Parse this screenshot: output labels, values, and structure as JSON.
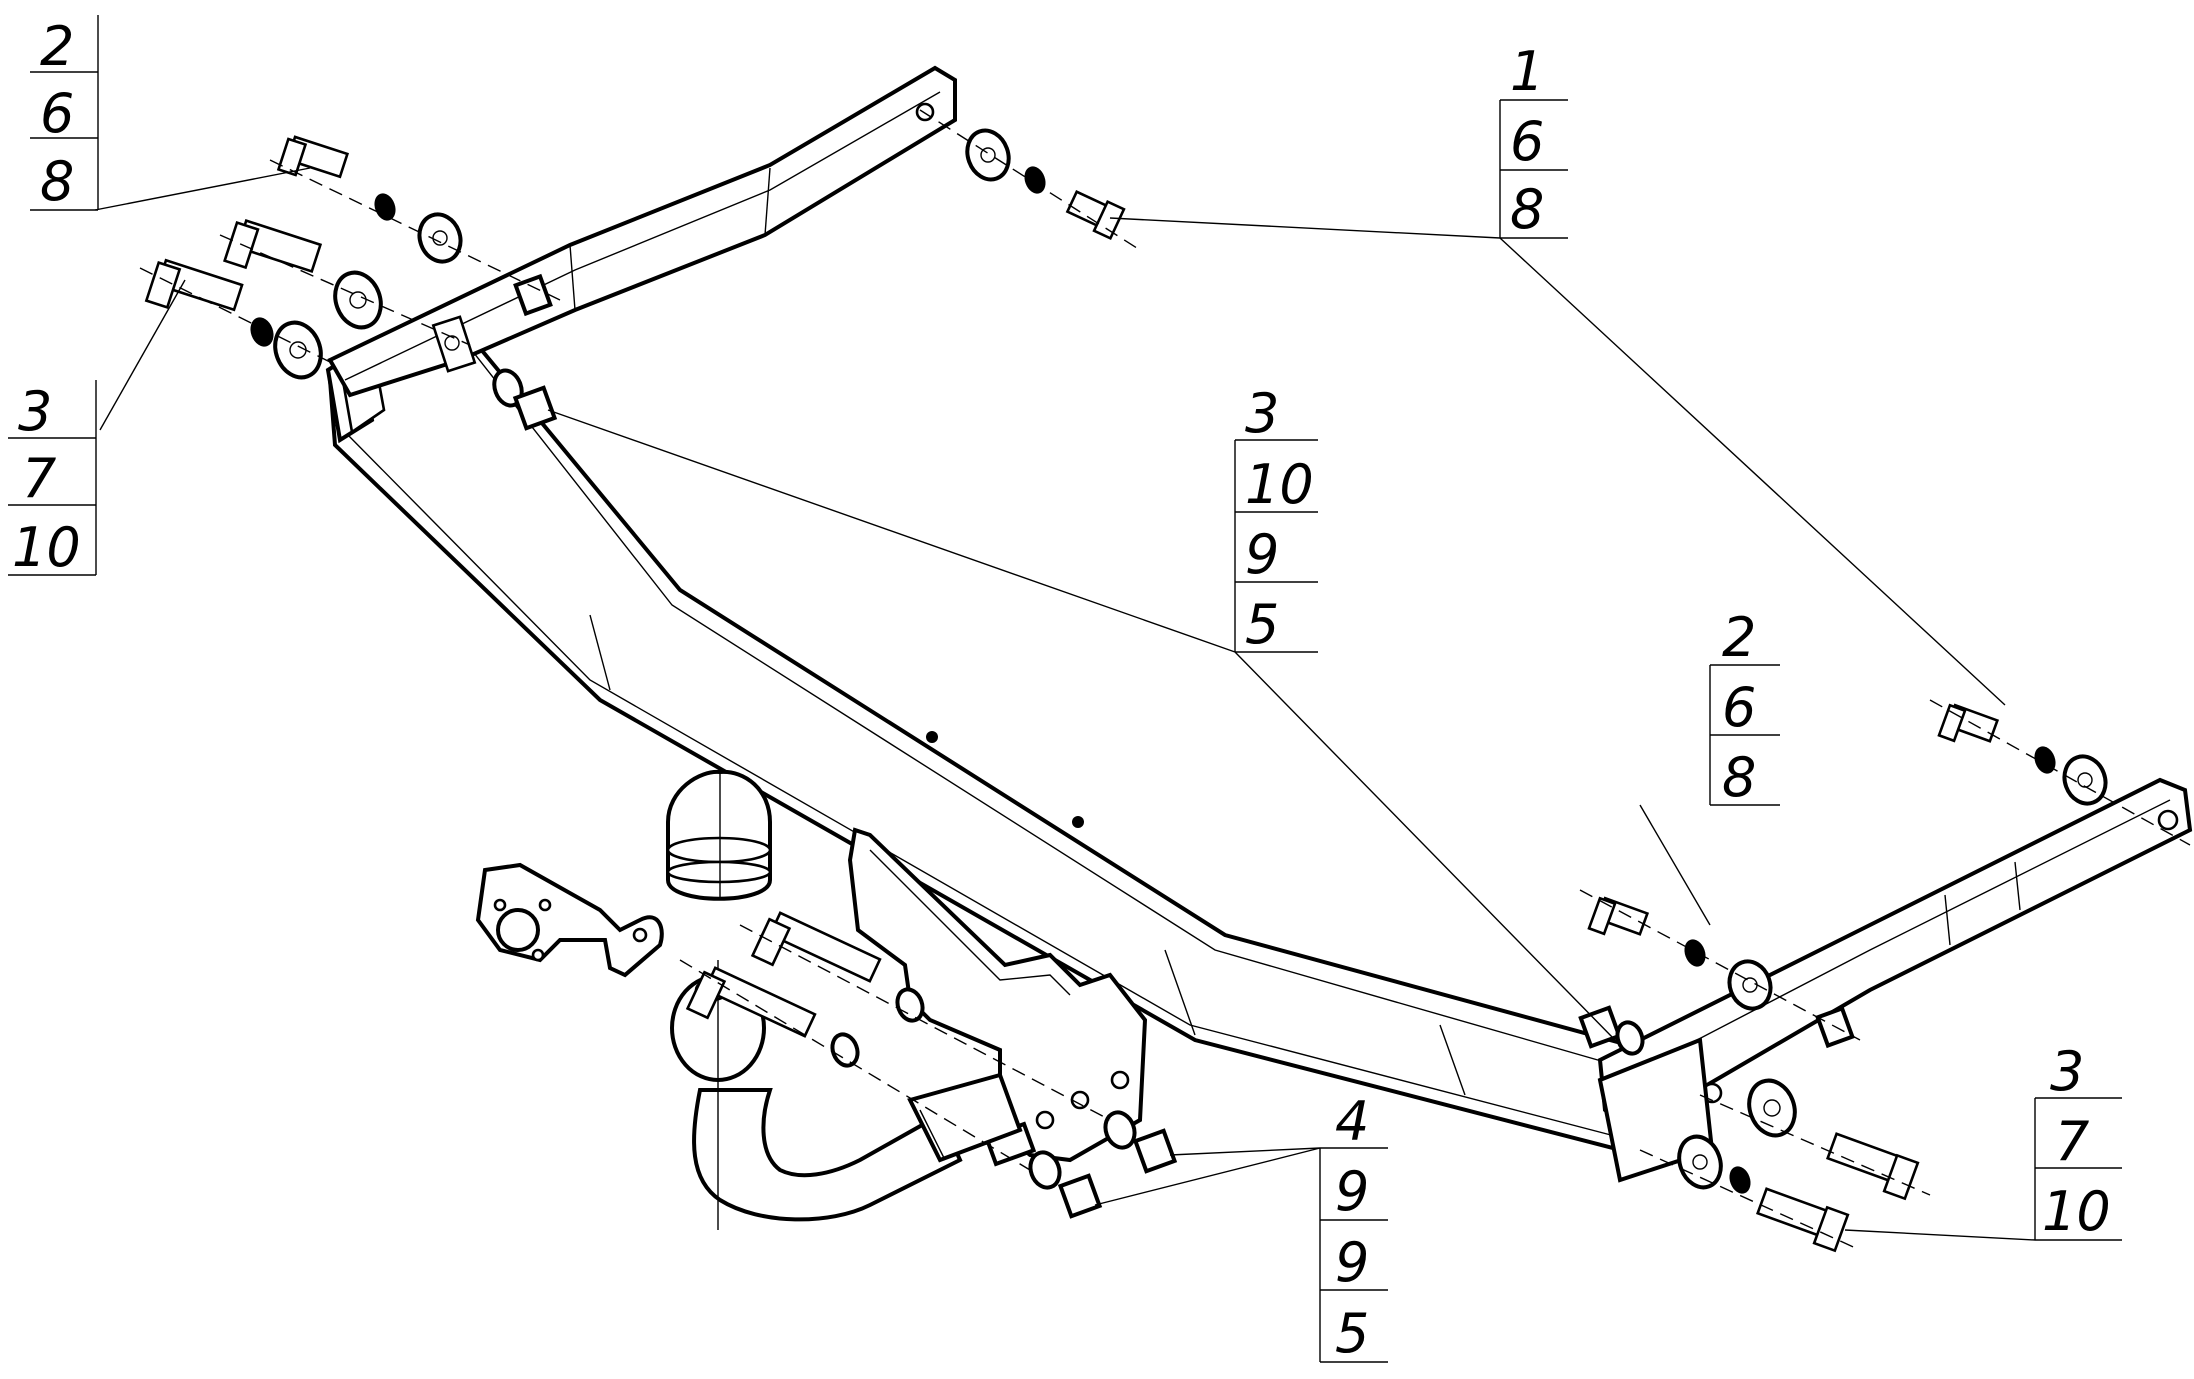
{
  "callouts": {
    "top_left": [
      "2",
      "6",
      "8"
    ],
    "left": [
      "3",
      "7",
      "10"
    ],
    "top_right": [
      "1",
      "6",
      "8"
    ],
    "center": [
      "3",
      "10",
      "9",
      "5"
    ],
    "right_mid": [
      "2",
      "6",
      "8"
    ],
    "bottom_right": [
      "3",
      "7",
      "10"
    ],
    "bottom_center": [
      "4",
      "9",
      "9",
      "5"
    ]
  }
}
